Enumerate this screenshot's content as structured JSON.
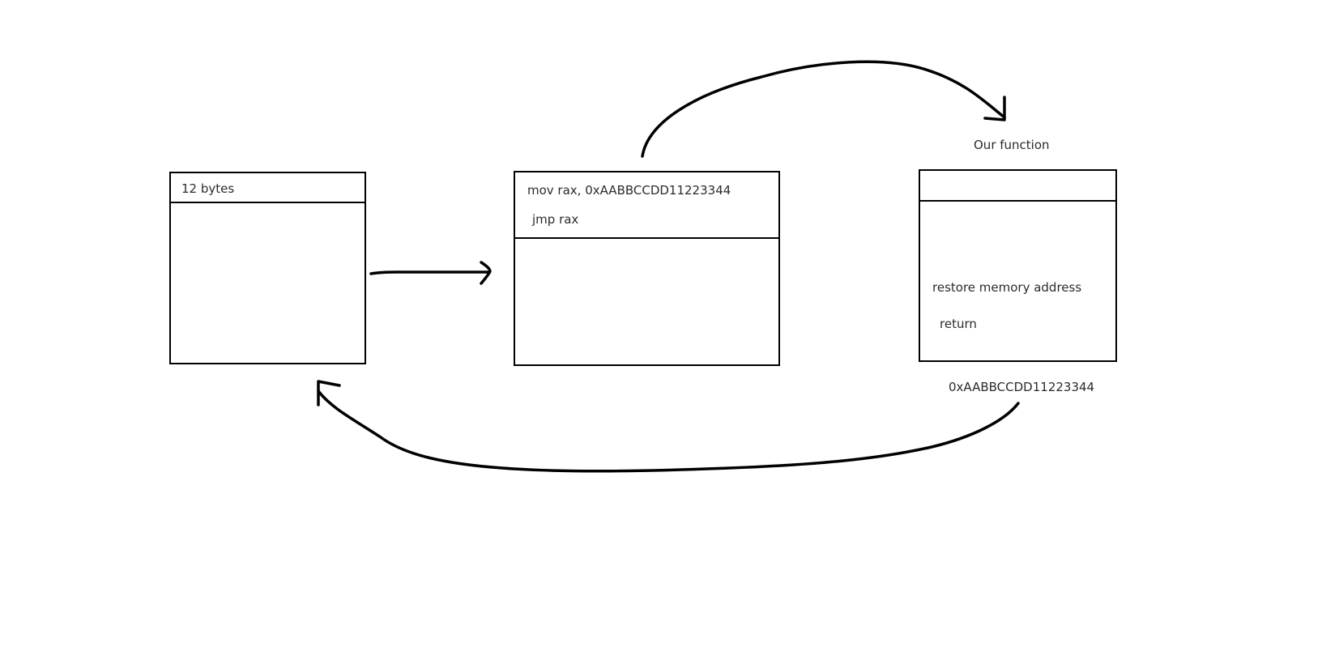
{
  "boxes": {
    "original": {
      "header": "12 bytes"
    },
    "trampoline": {
      "line1": "mov rax, 0xAABBCCDD11223344",
      "line2": "jmp rax"
    },
    "hook": {
      "title": "Our function",
      "line1": "restore memory address",
      "line2": "return",
      "address": "0xAABBCCDD11223344"
    }
  }
}
